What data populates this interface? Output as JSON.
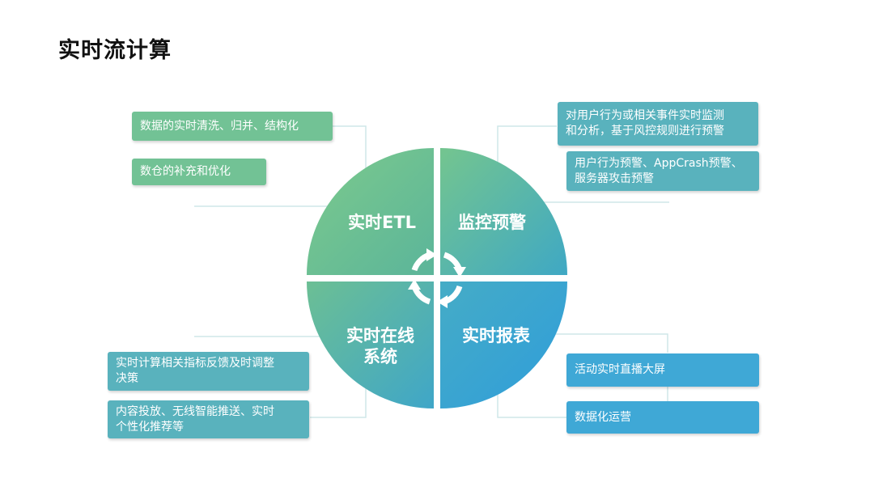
{
  "title": "实时流计算",
  "quadrants": {
    "etl": "实时ETL",
    "monitor": "监控预警",
    "online": "实时在线\n系统",
    "report": "实时报表"
  },
  "boxes": {
    "etl_1": "数据的实时清洗、归并、结构化",
    "etl_2": "数仓的补充和优化",
    "monitor_1": "对用户行为或相关事件实时监测\n和分析，基于风控规则进行预警",
    "monitor_2": "用户行为预警、AppCrash预警、\n服务器攻击预警",
    "online_1": "实时计算相关指标反馈及时调整\n决策",
    "online_2": "内容投放、无线智能推送、实时\n个性化推荐等",
    "report_1": "活动实时直播大屏",
    "report_2": "数据化运营"
  },
  "colors": {
    "green": "#72c295",
    "teal": "#59b2bd",
    "blue": "#3fa8d6",
    "connector": "#cfe7e9"
  },
  "icons": {
    "center": "cycle-arrows-icon"
  }
}
